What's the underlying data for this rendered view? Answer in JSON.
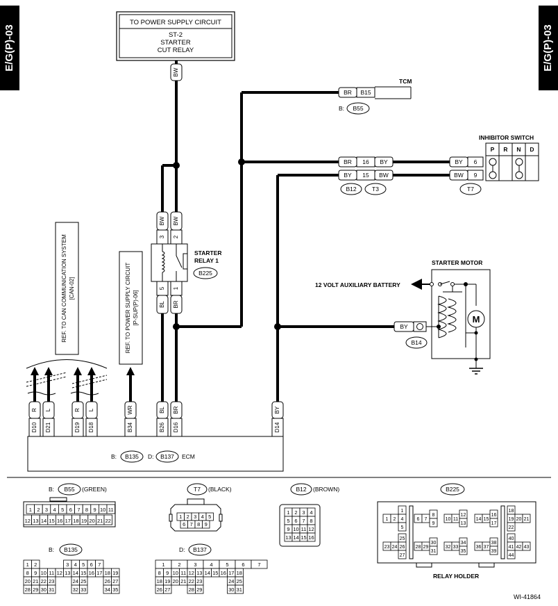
{
  "side_tabs": {
    "left": "E/G(P)-03",
    "right": "E/G(P)-03"
  },
  "top_box": {
    "line1": "TO POWER SUPPLY CIRCUIT",
    "line2": "ST-2",
    "line3": "STARTER",
    "line4": "CUT RELAY"
  },
  "tcm": {
    "title": "TCM",
    "wire": "BR",
    "pin": "B15",
    "conn_prefix": "B:",
    "conn": "B55"
  },
  "inhibitor": {
    "title": "INHIBITOR SWITCH",
    "positions": [
      "P",
      "R",
      "N",
      "D"
    ],
    "row1": {
      "wire_left": "BR",
      "pin_left": "16",
      "wire_mid": "BY",
      "wire_right": "BY",
      "pin_right": "6"
    },
    "row2": {
      "wire_left": "BY",
      "pin_left": "15",
      "wire_mid": "BW",
      "wire_right": "BW",
      "pin_right": "9"
    },
    "conns": [
      "B12",
      "T3",
      "T7"
    ]
  },
  "relay": {
    "title1": "STARTER",
    "title2": "RELAY 1",
    "conn": "B225",
    "pins": [
      "3",
      "2",
      "5",
      "1"
    ],
    "wires": [
      "BW",
      "BW",
      "BL",
      "BR"
    ]
  },
  "starter": {
    "title": "STARTER MOTOR",
    "battery": "12 VOLT AUXILIARY BATTERY",
    "wire": "BY",
    "conn": "B14",
    "motor": "M"
  },
  "top_wire": "BW",
  "refs": {
    "can": {
      "l1": "REF. TO CAN COMMUNICATION SYSTEM",
      "l2": "[CAN-02]"
    },
    "psup": {
      "l1": "REF. TO POWER SUPPLY CIRCUIT",
      "l2": "[P-SUP(P)-06]"
    }
  },
  "ecm": {
    "label": "ECM",
    "conn_b_prefix": "B:",
    "conn_b": "B135",
    "conn_d_prefix": "D:",
    "conn_d": "B137",
    "pins": [
      {
        "wire": "R",
        "pin": "D10"
      },
      {
        "wire": "L",
        "pin": "D21"
      },
      {
        "wire": "R",
        "pin": "D19"
      },
      {
        "wire": "L",
        "pin": "D18"
      },
      {
        "wire": "WR",
        "pin": "B34"
      },
      {
        "wire": "BL",
        "pin": "B26"
      },
      {
        "wire": "BR",
        "pin": "D16"
      },
      {
        "wire": "BY",
        "pin": "D14"
      }
    ]
  },
  "connectors": {
    "b55": {
      "prefix": "B:",
      "name": "B55",
      "color": "(GREEN)",
      "row1": [
        "1",
        "2",
        "3",
        "4",
        "5",
        "6",
        "7",
        "8",
        "9",
        "10",
        "11"
      ],
      "row2": [
        "12",
        "13",
        "14",
        "15",
        "16",
        "17",
        "18",
        "19",
        "20",
        "21",
        "22"
      ]
    },
    "t7": {
      "name": "T7",
      "color": "(BLACK)",
      "row1": [
        "1",
        "2",
        "3",
        "4",
        "5"
      ],
      "row2": [
        "6",
        "7",
        "8",
        "9"
      ]
    },
    "b12": {
      "name": "B12",
      "color": "(BROWN)",
      "rows": [
        [
          "1",
          "2",
          "3",
          "4"
        ],
        [
          "5",
          "6",
          "7",
          "8"
        ],
        [
          "9",
          "10",
          "11",
          "12"
        ],
        [
          "13",
          "14",
          "15",
          "16"
        ]
      ]
    },
    "b225": {
      "name": "B225",
      "holder": "RELAY HOLDER",
      "pins": [
        "1",
        "2",
        "3",
        "4",
        "5",
        "6",
        "7",
        "8",
        "9",
        "10",
        "11",
        "12",
        "13",
        "14",
        "15",
        "16",
        "17",
        "18",
        "19",
        "20",
        "21",
        "22",
        "23",
        "24",
        "25",
        "26",
        "27",
        "28",
        "29",
        "30",
        "31",
        "32",
        "33",
        "34",
        "35",
        "36",
        "37",
        "38",
        "39",
        "40",
        "41",
        "42",
        "43",
        "44"
      ]
    },
    "b135": {
      "prefix": "B:",
      "name": "B135",
      "rows": [
        [
          "1",
          "2",
          "3",
          "4",
          "5",
          "6",
          "7"
        ],
        [
          "8",
          "9",
          "10",
          "11",
          "12",
          "13",
          "14",
          "15",
          "16",
          "17",
          "18",
          "19"
        ],
        [
          "20",
          "21",
          "22",
          "23",
          "24",
          "25",
          "26",
          "27"
        ],
        [
          "28",
          "29",
          "30",
          "31",
          "32",
          "33",
          "34",
          "35"
        ]
      ]
    },
    "b137": {
      "prefix": "D:",
      "name": "B137",
      "rows": [
        [
          "1",
          "2",
          "3",
          "4",
          "5",
          "6",
          "7"
        ],
        [
          "8",
          "9",
          "10",
          "11",
          "12",
          "13",
          "14",
          "15",
          "16",
          "17",
          "18"
        ],
        [
          "18",
          "19",
          "20",
          "21",
          "22",
          "23",
          "24",
          "25"
        ],
        [
          "26",
          "27",
          "28",
          "29",
          "30",
          "31"
        ]
      ]
    }
  },
  "footer_id": "WI-41864"
}
